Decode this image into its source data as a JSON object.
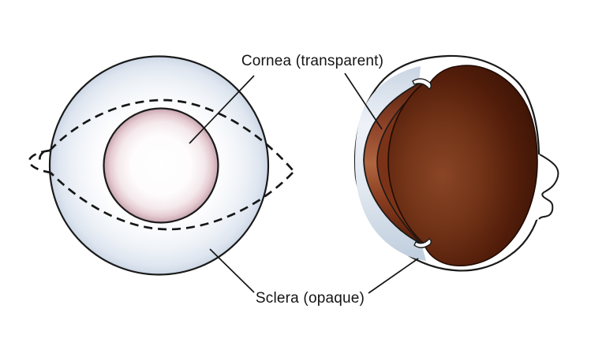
{
  "figure": {
    "type": "anatomical-diagram",
    "subject": "eye cornea and sclera, front view and side cutaway view"
  },
  "labels": {
    "cornea": "Cornea (transparent)",
    "sclera": "Sclera (opaque)"
  },
  "colors": {
    "background": "#ffffff",
    "outline": "#1a1a1a",
    "text": "#141414",
    "sclera_tint": "#ccd7e5",
    "cornea_rim_pink": "#c4a2ad",
    "shell_band_tint": "#bfcddd",
    "cornea_side_band_brown": "#b06540",
    "choroid_light_brown": "#8a4526",
    "choroid_dark_brown": "#361104",
    "middle_band_brown": "#7b3317"
  }
}
